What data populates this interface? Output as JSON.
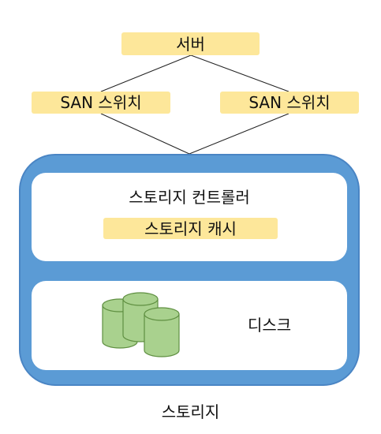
{
  "colors": {
    "label_fill": "#fde79a",
    "storage_fill": "#5b9bd5",
    "storage_border": "#4a85c4",
    "panel_fill": "#ffffff",
    "disk_fill": "#a9d18e",
    "disk_stroke": "#5f8f41",
    "line": "#222222"
  },
  "server": {
    "label": "서버"
  },
  "switches": [
    {
      "label": "SAN 스위치"
    },
    {
      "label": "SAN 스위치"
    }
  ],
  "storage": {
    "label": "스토리지",
    "controller": {
      "label": "스토리지 컨트롤러",
      "cache_label": "스토리지 캐시"
    },
    "disk_area": {
      "label": "디스크",
      "disk_count": 3
    }
  }
}
